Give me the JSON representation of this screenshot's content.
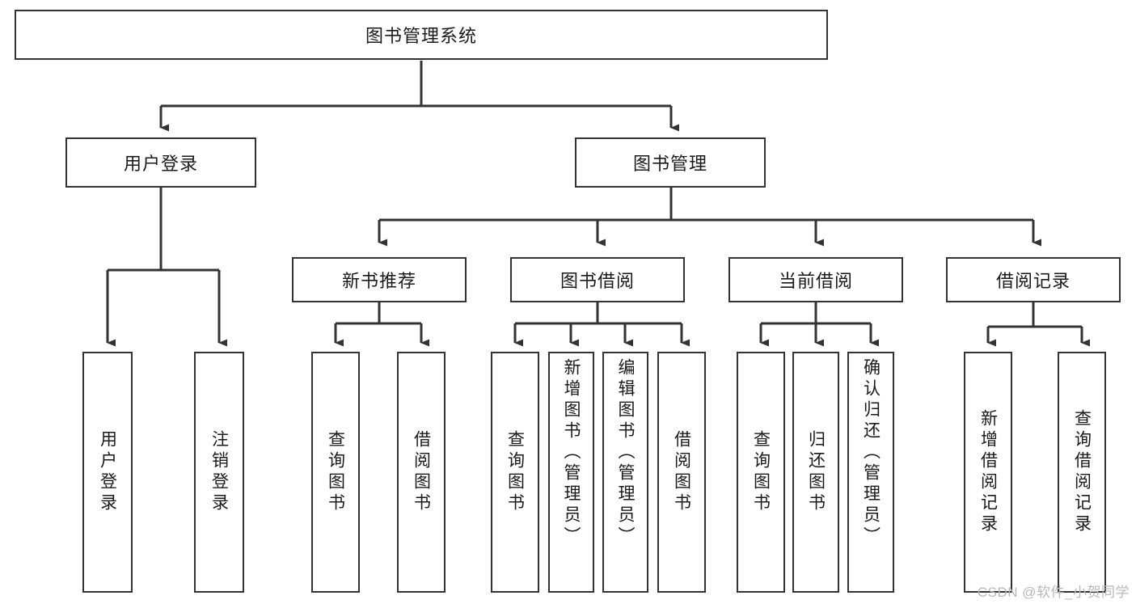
{
  "diagram": {
    "type": "tree-hierarchy",
    "title": "图书管理系统",
    "root": {
      "id": "root",
      "label": "图书管理系统"
    },
    "level2": [
      {
        "id": "user-login",
        "label": "用户登录"
      },
      {
        "id": "book-manage",
        "label": "图书管理"
      }
    ],
    "level3": [
      {
        "id": "new-book-recommend",
        "label": "新书推荐",
        "parent": "book-manage"
      },
      {
        "id": "book-borrow",
        "label": "图书借阅",
        "parent": "book-manage"
      },
      {
        "id": "current-borrow",
        "label": "当前借阅",
        "parent": "book-manage"
      },
      {
        "id": "borrow-record",
        "label": "借阅记录",
        "parent": "book-manage"
      }
    ],
    "leaves": [
      {
        "id": "leaf-user-login",
        "label": "用户登录",
        "parent": "user-login"
      },
      {
        "id": "leaf-user-logout",
        "label": "注销登录",
        "parent": "user-login"
      },
      {
        "id": "leaf-query-book-1",
        "label": "查询图书",
        "parent": "new-book-recommend"
      },
      {
        "id": "leaf-borrow-book-1",
        "label": "借阅图书",
        "parent": "new-book-recommend"
      },
      {
        "id": "leaf-query-book-2",
        "label": "查询图书",
        "parent": "book-borrow"
      },
      {
        "id": "leaf-add-book",
        "label": "新增图书（管理员）",
        "parent": "book-borrow"
      },
      {
        "id": "leaf-edit-book",
        "label": "编辑图书（管理员）",
        "parent": "book-borrow"
      },
      {
        "id": "leaf-borrow-book-2",
        "label": "借阅图书",
        "parent": "book-borrow"
      },
      {
        "id": "leaf-query-book-3",
        "label": "查询图书",
        "parent": "current-borrow"
      },
      {
        "id": "leaf-return-book",
        "label": "归还图书",
        "parent": "current-borrow"
      },
      {
        "id": "leaf-confirm-return",
        "label": "确认归还（管理员）",
        "parent": "current-borrow"
      },
      {
        "id": "leaf-add-record",
        "label": "新增借阅记录",
        "parent": "borrow-record"
      },
      {
        "id": "leaf-query-record",
        "label": "查询借阅记录",
        "parent": "borrow-record"
      }
    ],
    "colors": {
      "box_border": "#333333",
      "box_fill": "#ffffff",
      "connector": "#333333",
      "text": "#1a1a1a",
      "watermark": "#b9b9b9",
      "background": "#ffffff"
    }
  },
  "watermark": {
    "text": "CSDN @软件_小贺同学"
  }
}
